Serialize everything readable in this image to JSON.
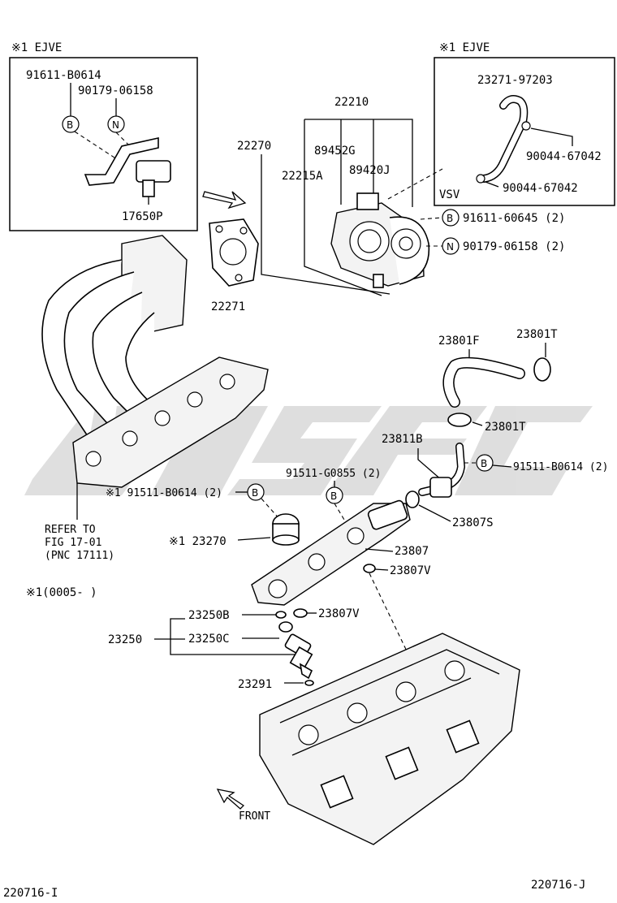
{
  "boxes": {
    "left_header": "※1 EJVE",
    "right_header": "※1 EJVE"
  },
  "parts": {
    "p91611B0614": "91611-B0614",
    "p9017906158": "90179-06158",
    "p17650P": "17650P",
    "p22210": "22210",
    "p22270": "22270",
    "p89452G": "89452G",
    "p22215A": "22215A",
    "p89420J": "89420J",
    "p22271": "22271",
    "p2327197203": "23271-97203",
    "p9004467042a": "90044-67042",
    "p9004467042b": "90044-67042",
    "vsv": "VSV",
    "p9161160645": "91611-60645 (2)",
    "p9017906158b": "90179-06158 (2)",
    "p23801F": "23801F",
    "p23801T_a": "23801T",
    "p23801T_b": "23801T",
    "p23811B": "23811B",
    "p91511B0614r": "91511-B0614 (2)",
    "p91511G0855": "91511-G0855 (2)",
    "p91511B0614l": "※1 91511-B0614 (2)",
    "p23807S": "23807S",
    "p23270": "※1 23270",
    "p23807": "23807",
    "p23807V_a": "23807V",
    "p23807V_b": "23807V",
    "p23250B": "23250B",
    "p23250C": "23250C",
    "p23250": "23250",
    "p23291": "23291"
  },
  "circles": {
    "B": "B",
    "N": "N"
  },
  "notes": {
    "refer1": "REFER TO",
    "refer2": "FIG 17-01",
    "refer3": "(PNC 17111)",
    "date": "※1(0005-     )",
    "front": "FRONT",
    "code_left": "220716-I",
    "code_right": "220716-J"
  }
}
